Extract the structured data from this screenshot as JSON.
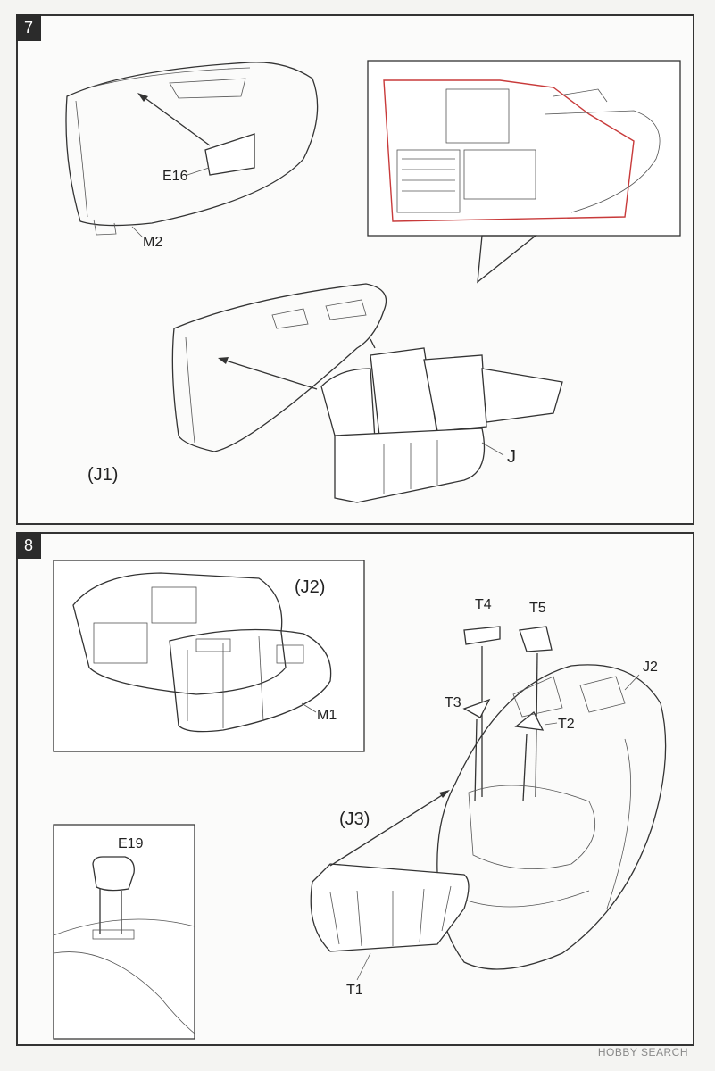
{
  "step7": {
    "number": "7",
    "labels": {
      "e16": "E16",
      "m2": "M2",
      "j": "J",
      "j1": "(J1)"
    }
  },
  "step8": {
    "number": "8",
    "labels": {
      "j2_inset": "(J2)",
      "m1": "M1",
      "t4": "T4",
      "t5": "T5",
      "j2": "J2",
      "t3": "T3",
      "t2": "T2",
      "j3": "(J3)",
      "e19": "E19",
      "t1": "T1"
    }
  },
  "watermark": "HOBBY SEARCH"
}
